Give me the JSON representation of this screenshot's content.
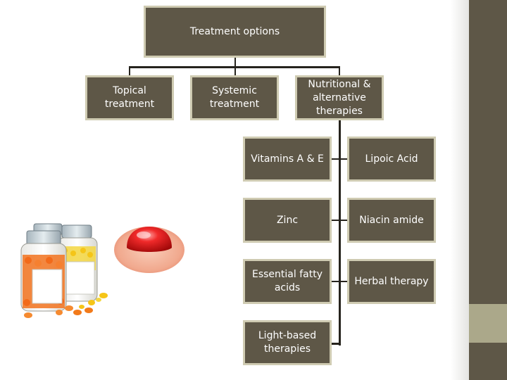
{
  "diagram": {
    "root": "Treatment options",
    "level1": {
      "topical": "Topical\ntreatment",
      "systemic": "Systemic\ntreatment",
      "nutritional": "Nutritional &\nalternative\ntherapies"
    },
    "children": {
      "vitamins": "Vitamins A & E",
      "lipoic": "Lipoic Acid",
      "zinc": "Zinc",
      "niacin": "Niacin amide",
      "fatty_acids": "Essential fatty\nacids",
      "herbal": "Herbal therapy",
      "light": "Light-based\ntherapies"
    }
  },
  "colors": {
    "box_fill": "#5e5747",
    "box_border": "#cfcbb2",
    "connector": "#26231d",
    "accent_stripe": "#5e5747",
    "accent_stripe_light": "#aba88a"
  },
  "images": [
    "pill-bottles-illustration",
    "ointment-dollop-illustration"
  ]
}
